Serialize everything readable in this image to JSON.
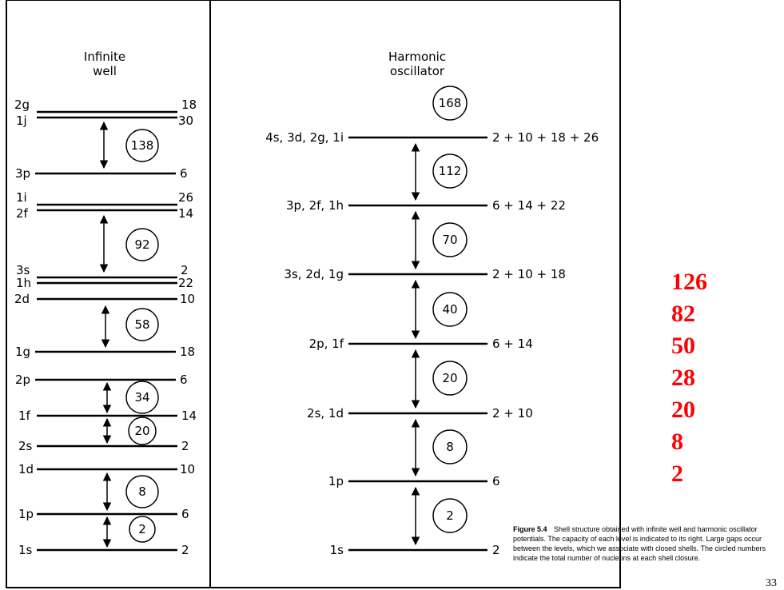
{
  "left_panel": {
    "title_line1": "Infinite",
    "title_line2": "well",
    "levels": [
      {
        "name": "2g",
        "cap": "18"
      },
      {
        "name": "1j",
        "cap": "30"
      },
      {
        "name": "3p",
        "cap": "6"
      },
      {
        "name": "1i",
        "cap": "26"
      },
      {
        "name": "2f",
        "cap": "14"
      },
      {
        "name": "3s",
        "cap": "2"
      },
      {
        "name": "1h",
        "cap": "22"
      },
      {
        "name": "2d",
        "cap": "10"
      },
      {
        "name": "1g",
        "cap": "18"
      },
      {
        "name": "2p",
        "cap": "6"
      },
      {
        "name": "1f",
        "cap": "14"
      },
      {
        "name": "2s",
        "cap": "2"
      },
      {
        "name": "1d",
        "cap": "10"
      },
      {
        "name": "1p",
        "cap": "6"
      },
      {
        "name": "1s",
        "cap": "2"
      }
    ],
    "closures": [
      "138",
      "92",
      "58",
      "34",
      "20",
      "8",
      "2"
    ]
  },
  "right_panel": {
    "title_line1": "Harmonic",
    "title_line2": "oscillator",
    "levels": [
      {
        "name": "4s, 3d, 2g, 1i",
        "cap": "2 + 10 + 18 + 26"
      },
      {
        "name": "3p, 2f, 1h",
        "cap": "6 + 14 + 22"
      },
      {
        "name": "3s, 2d, 1g",
        "cap": "2 + 10 + 18"
      },
      {
        "name": "2p, 1f",
        "cap": "6 + 14"
      },
      {
        "name": "2s, 1d",
        "cap": "2 + 10"
      },
      {
        "name": "1p",
        "cap": "6"
      },
      {
        "name": "1s",
        "cap": "2"
      }
    ],
    "closures": [
      "168",
      "112",
      "70",
      "40",
      "20",
      "8",
      "2"
    ]
  },
  "magic_numbers": [
    "126",
    "82",
    "50",
    "28",
    "20",
    "8",
    "2"
  ],
  "caption": {
    "label": "Figure 5.4",
    "line1": "Shell structure obtained with infinite well and harmonic oscillator",
    "line2": "potentials. The capacity of each level is indicated to its right. Large gaps occur",
    "line3": "between the levels, which we associate with closed shells. The circled numbers",
    "line4": "indicate the total number of nucleons at each shell closure."
  },
  "page_number": "33",
  "colors": {
    "magic": "#ff0000",
    "ink": "#000000"
  }
}
